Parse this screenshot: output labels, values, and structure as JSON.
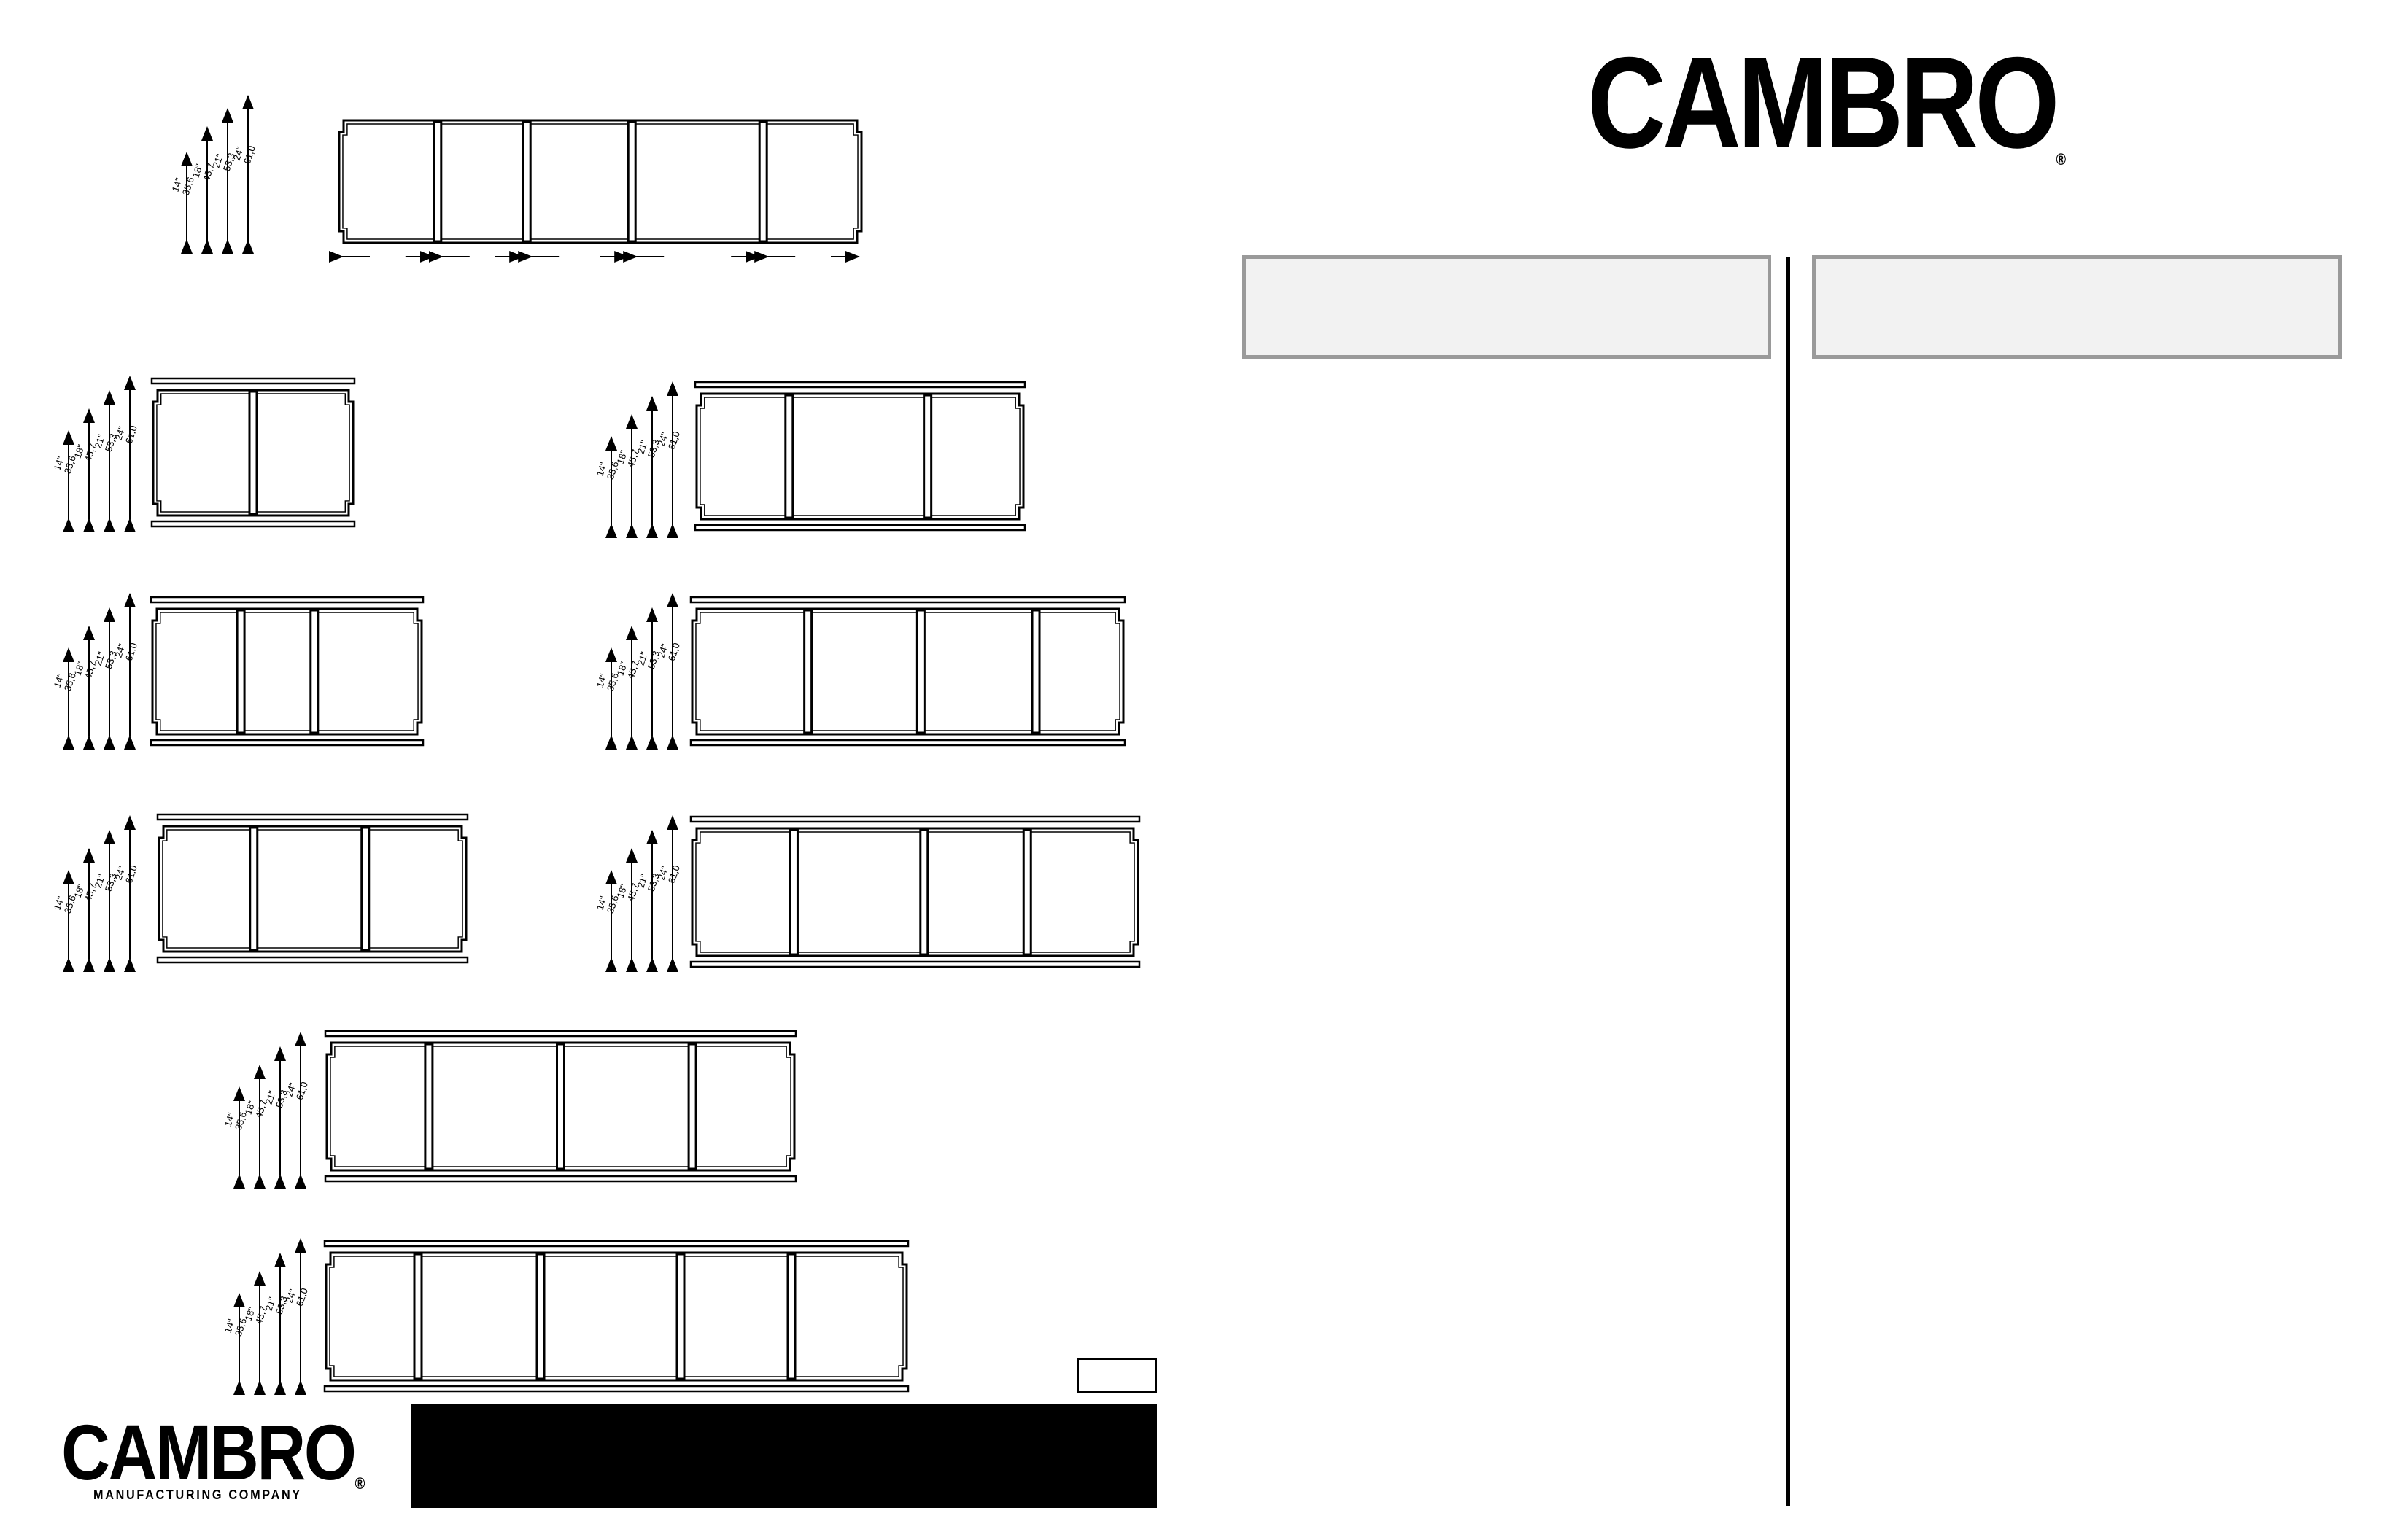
{
  "brand": {
    "name": "CAMBRO",
    "registered_mark": "®",
    "company_line": "MANUFACTURING COMPANY"
  },
  "dimension_scale": [
    {
      "inches": "14\"",
      "cm": "35,6"
    },
    {
      "inches": "18\"",
      "cm": "45,7"
    },
    {
      "inches": "21\"",
      "cm": "53,3"
    },
    {
      "inches": "24\"",
      "cm": "61,0"
    }
  ],
  "colors": {
    "panel_fill": "#f2f2f2",
    "panel_border": "#9a9a9a",
    "ink": "#000000"
  }
}
